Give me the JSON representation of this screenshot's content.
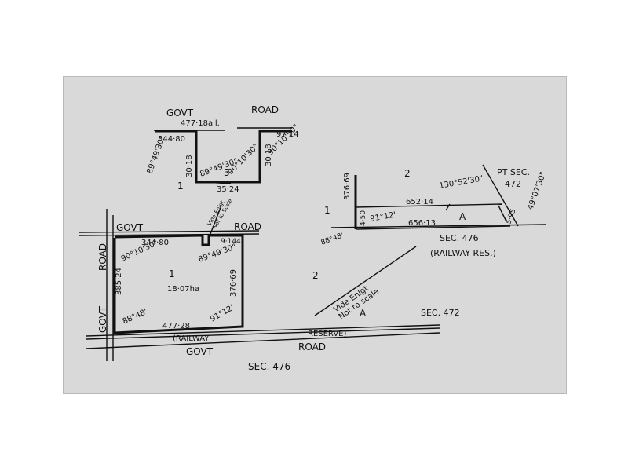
{
  "labels": {
    "govt_top": "GOVT",
    "road_top": "ROAD",
    "dim_477_18all": "477·18all.",
    "dim_344_80_top": "344·80",
    "dim_97_14": "97·14",
    "angle_89_49_30_left": "89°49'30\"",
    "dim_30_18_left": "30·18",
    "angle_89_49_30_inner": "89°49'30\"",
    "angle_90_10_30_inner": "90°10'30\"",
    "lot_3": "3",
    "dim_30_18_right": "30·18",
    "angle_90_10_30_right": "90°10'30\"",
    "lot_1_upper": "1",
    "dim_35_24": "35·24",
    "vide_enlgt_small": "Vide Enlgt\nNot to Scale",
    "govt_mid": "GOVT",
    "road_mid": "ROAD",
    "dim_344_80_mid": "344·80",
    "dim_9_144": "9·144",
    "angle_90_10_30_lot": "90°10'30\"",
    "angle_89_49_30_lot": "89°49'30\"",
    "lot_1_main": "1",
    "area": "18·07ha",
    "dim_376_69_lot": "376·69",
    "road_vert": "ROAD",
    "dim_385_24": "385·24",
    "govt_vert": "GOVT",
    "angle_88_48": "88°48'",
    "angle_91_12_lot": "91°12'",
    "dim_477_28": "477·28",
    "railway": "(RAILWAY",
    "reserve": "RESERVE)",
    "govt_bottom": "GOVT",
    "road_bottom": "ROAD",
    "sec_476_bottom": "SEC. 476",
    "lot_2_left": "2",
    "vide_enlgt_large": "Vide Enlgt\nNot to scale",
    "a_lower": "A",
    "sec_472_lower": "SEC. 472",
    "lot_2_right": "2",
    "pt_sec": "PT SEC.",
    "pt_sec_472": "472",
    "angle_130_52_30": "130°52'30\"",
    "angle_49_07_30": "49°07'30\"",
    "dim_376_69_enl": "376·69",
    "lot_1_enl": "1",
    "dim_652_14": "652·14",
    "dim_4_50": "4·50",
    "angle_91_12_enl": "91°12'",
    "a_enl": "A",
    "dim_656_13": "656·13",
    "dim_5_95": "5·95",
    "angle_88_48_enl": "88°48'",
    "sec_476_enl": "SEC. 476",
    "railway_res": "(RAILWAY RES.)"
  }
}
